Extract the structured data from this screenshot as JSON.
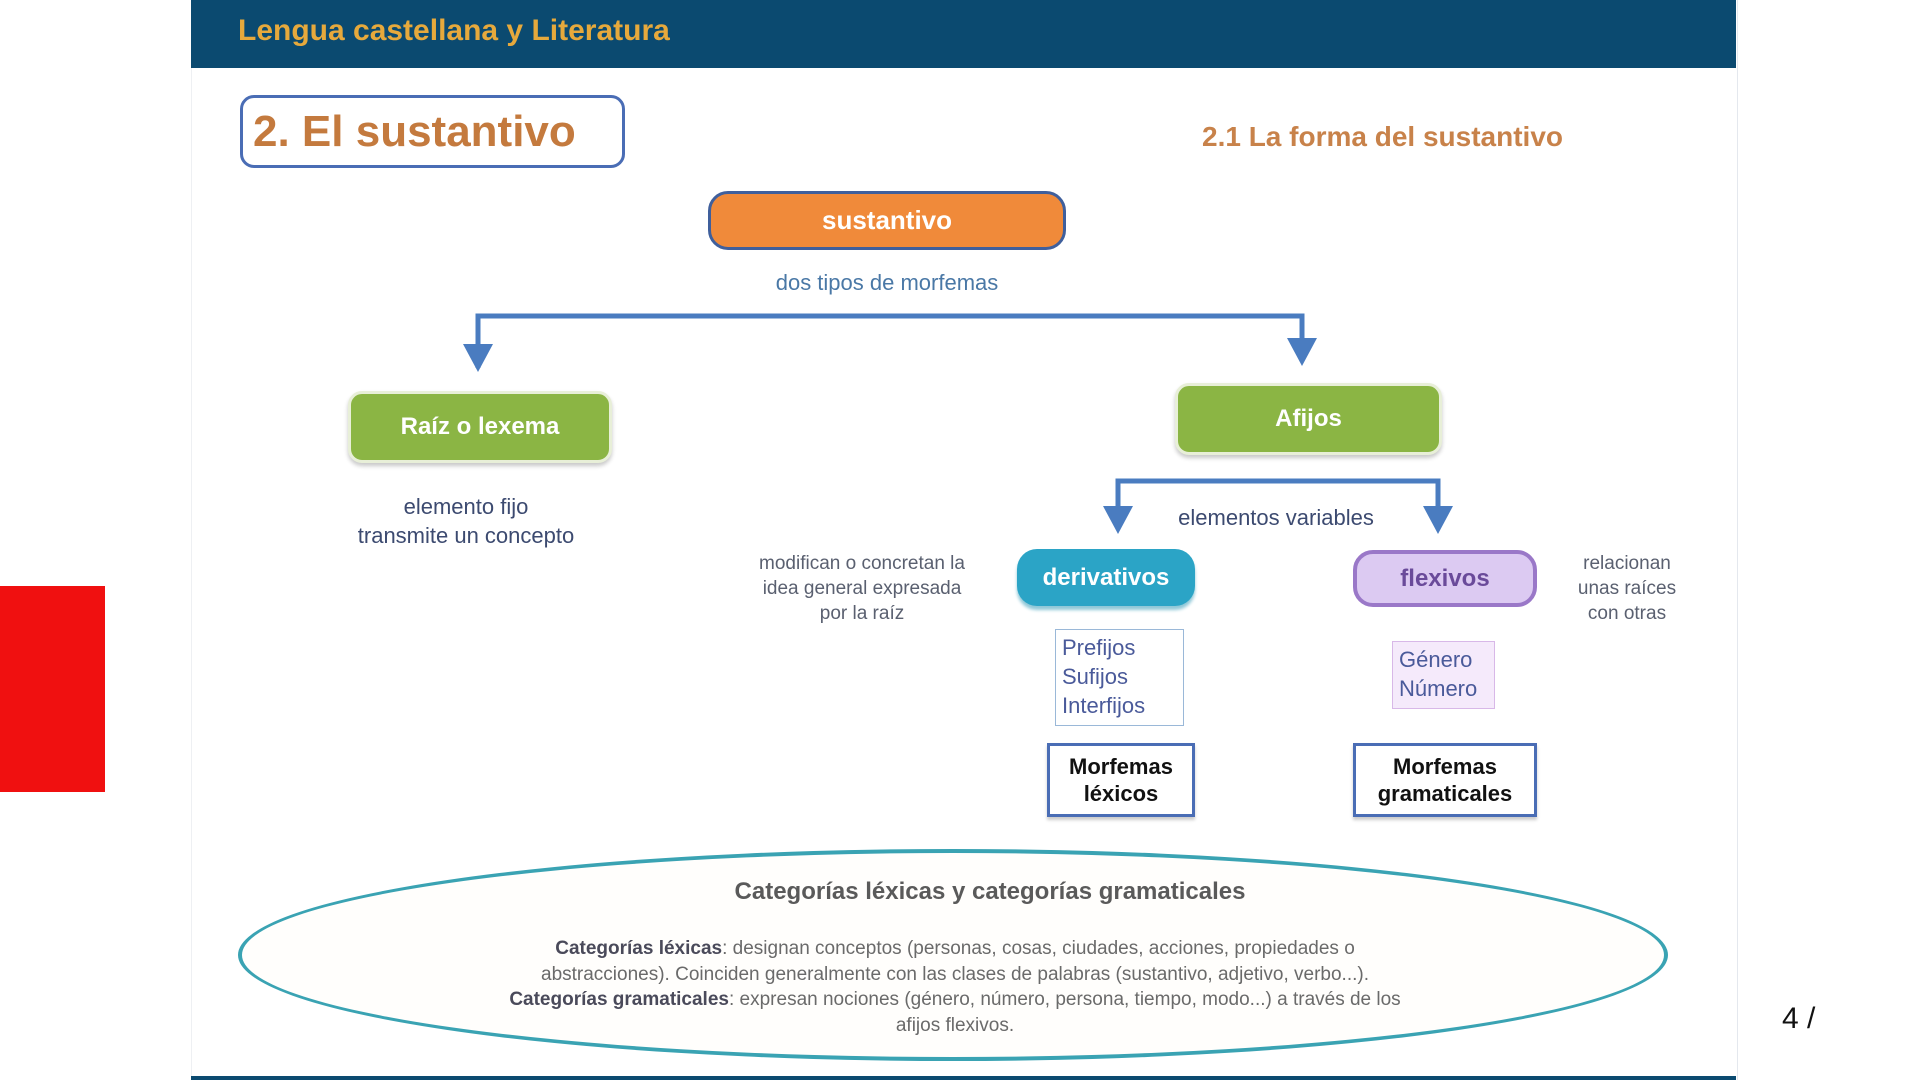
{
  "header": {
    "title": "Lengua castellana y Literatura"
  },
  "slide": {
    "title": "2. El sustantivo",
    "subtitle": "2.1 La forma del sustantivo",
    "page_number": "4 /"
  },
  "diagram": {
    "root": "sustantivo",
    "root_caption": "dos tipos de morfemas",
    "left_node": "Raíz o lexema",
    "left_caption": [
      "elemento fijo",
      "transmite un concepto"
    ],
    "right_node": "Afijos",
    "right_caption": "elementos variables",
    "derivativos": {
      "label": "derivativos",
      "description": [
        "modifican o concretan la",
        "idea general expresada",
        "por la raíz"
      ],
      "items": [
        "Prefijos",
        "Sufijos",
        "Interfijos"
      ],
      "category": [
        "Morfemas",
        "léxicos"
      ]
    },
    "flexivos": {
      "label": "flexivos",
      "description": [
        "relacionan",
        "unas raíces",
        "con otras"
      ],
      "items": [
        "Género",
        "Número"
      ],
      "category": [
        "Morfemas",
        "gramaticales"
      ]
    }
  },
  "summary": {
    "title": "Categorías léxicas y categorías gramaticales",
    "lexicas_label": "Categorías léxicas",
    "lexicas_text_1": ": designan conceptos (personas, cosas, ciudades, acciones, propiedades o",
    "lexicas_text_2": "abstracciones). Coinciden generalmente con las clases de palabras (sustantivo, adjetivo, verbo...).",
    "gramaticales_label": "Categorías gramaticales",
    "gramaticales_text_1": ": expresan nociones (género, número, persona, tiempo, modo...) a través de los",
    "gramaticales_text_2": "afijos flexivos."
  },
  "colors": {
    "header": "#0b4a70",
    "orange": "#f08a3a",
    "green": "#8bb544",
    "teal": "#2ba4c6",
    "lavender": "#dccaf2",
    "red": "#f01010"
  }
}
